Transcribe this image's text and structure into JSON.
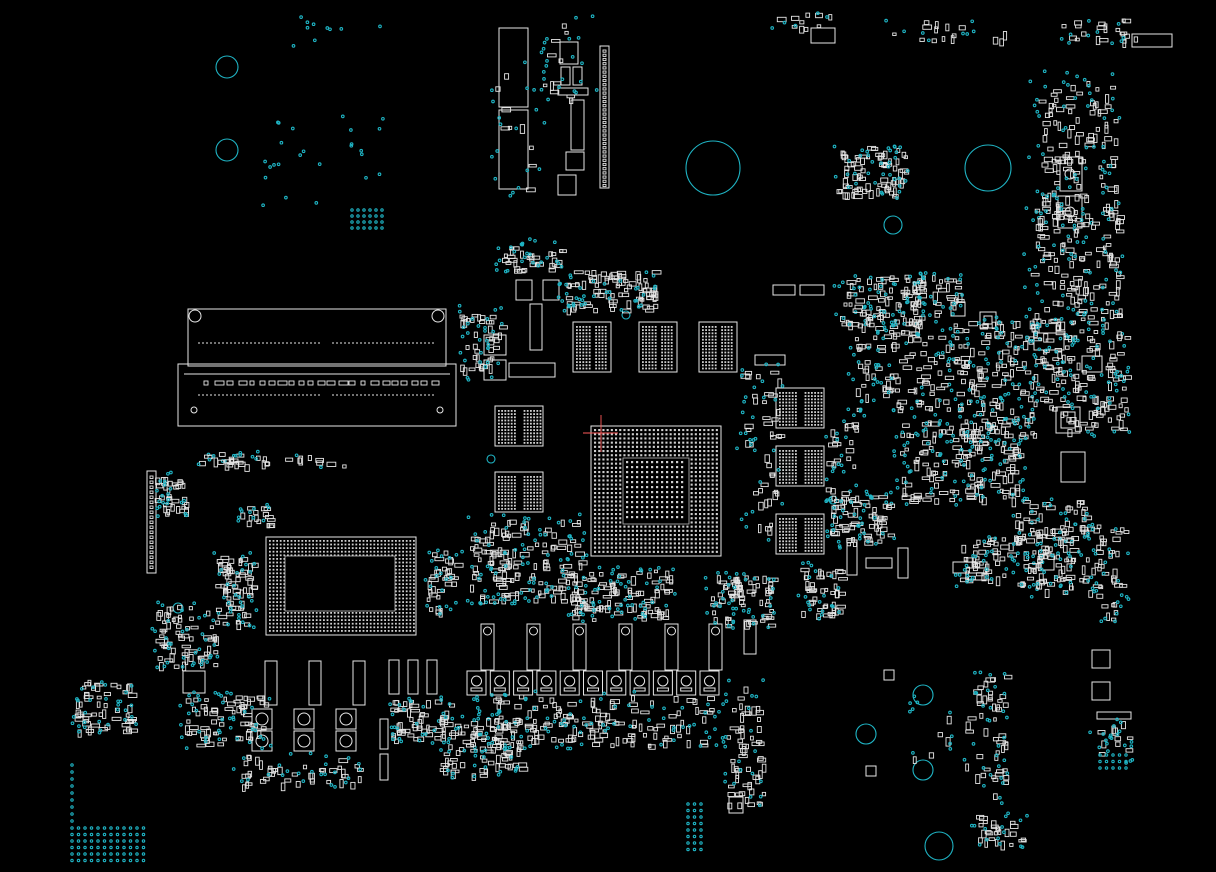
{
  "view": {
    "background": "#000000",
    "component_outline_color": "#e6e6e6",
    "via_color": "#1fb4c4",
    "cursor_color": "#ff5a5a"
  },
  "board": {
    "mounting_holes": 13,
    "bga_packages": [
      "gpu-bga",
      "cpu-bga"
    ],
    "memory_chips": 9,
    "power_inductors": 11,
    "connectors": [
      "dimm-slot",
      "left-edge-connector",
      "top-vertical-connector"
    ]
  }
}
